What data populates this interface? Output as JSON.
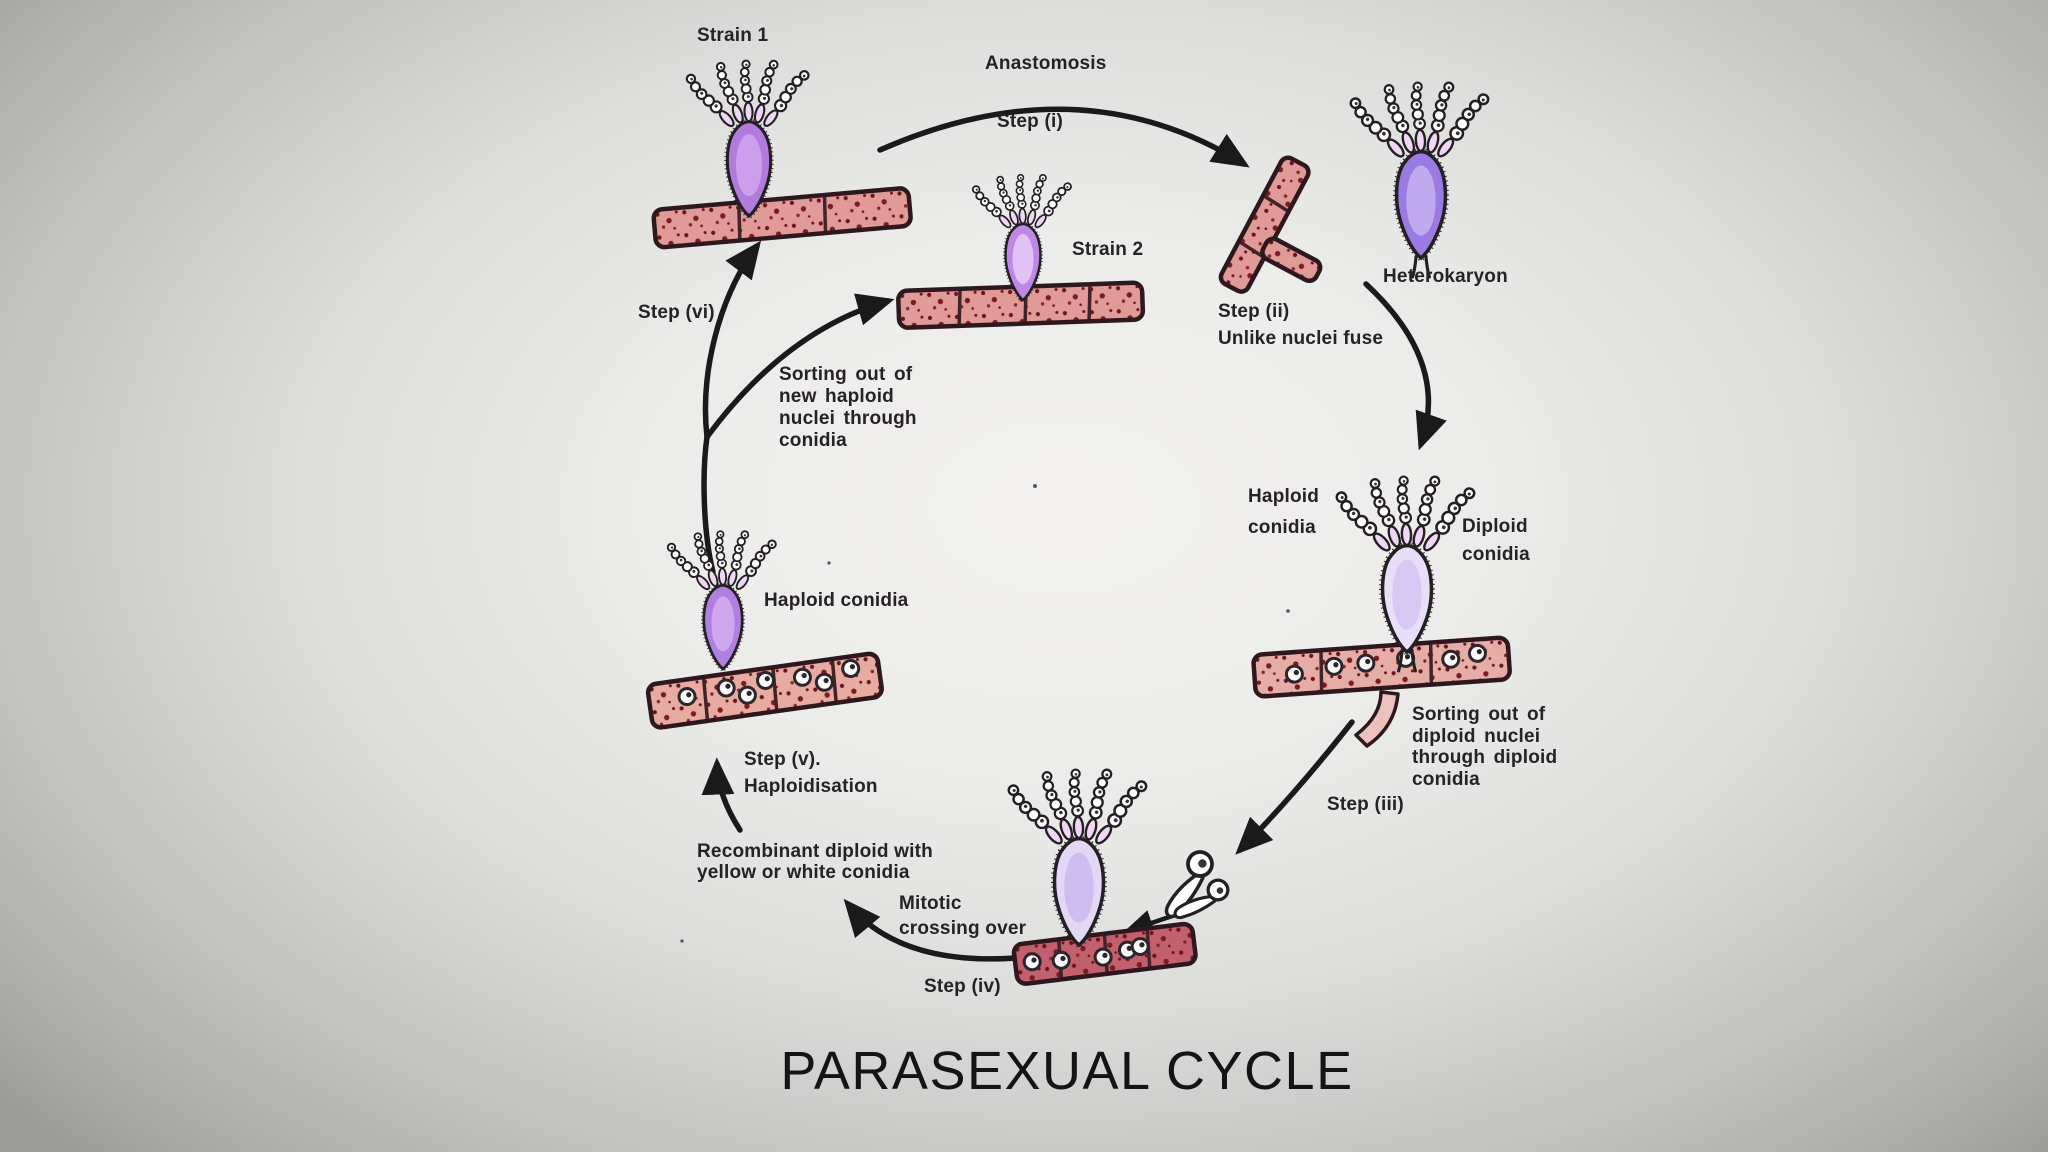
{
  "diagram": {
    "title": "PARASEXUAL CYCLE",
    "labels": {
      "strain1": "Strain 1",
      "anastomosis": "Anastomosis",
      "step_i": "Step (i)",
      "strain2": "Strain 2",
      "step_ii": "Step (ii)",
      "unlike_nuclei_fuse": "Unlike nuclei fuse",
      "heterokaryon": "Heterokaryon",
      "haploid_conidia_right": "Haploid\nconidia",
      "diploid_conidia": "Diploid\nconidia",
      "sorting_diploid": "Sorting out of\ndiploid nuclei\nthrough diploid\nconidia",
      "step_iii": "Step (iii)",
      "step_iv": "Step (iv)",
      "mitotic_crossing_over": "Mitotic\ncrossing over",
      "recombinant_diploid": "Recombinant diploid with\nyellow or white conidia",
      "step_v": "Step (v).",
      "haploidisation": "Haploidisation",
      "haploid_conidia_left": "Haploid conidia",
      "sorting_haploid": "Sorting out of\nnew haploid\nnuclei through\nconidia",
      "step_vi": "Step (vi)"
    },
    "colors": {
      "background_center": "#f2f1ef",
      "background_edge": "#9d9d9b",
      "hypha_pink": "#e09a98",
      "hypha_pale_pink": "#e7aba2",
      "hypha_dark_red": "#c2606d",
      "vesicle_purple": "#b37ade",
      "vesicle_blue_violet": "#9c7ae4",
      "vesicle_pale_lavender": "#e2d7f6",
      "phialide_lilac": "#eed6f5",
      "ink_outline": "#241f23",
      "text": "#262227"
    }
  }
}
